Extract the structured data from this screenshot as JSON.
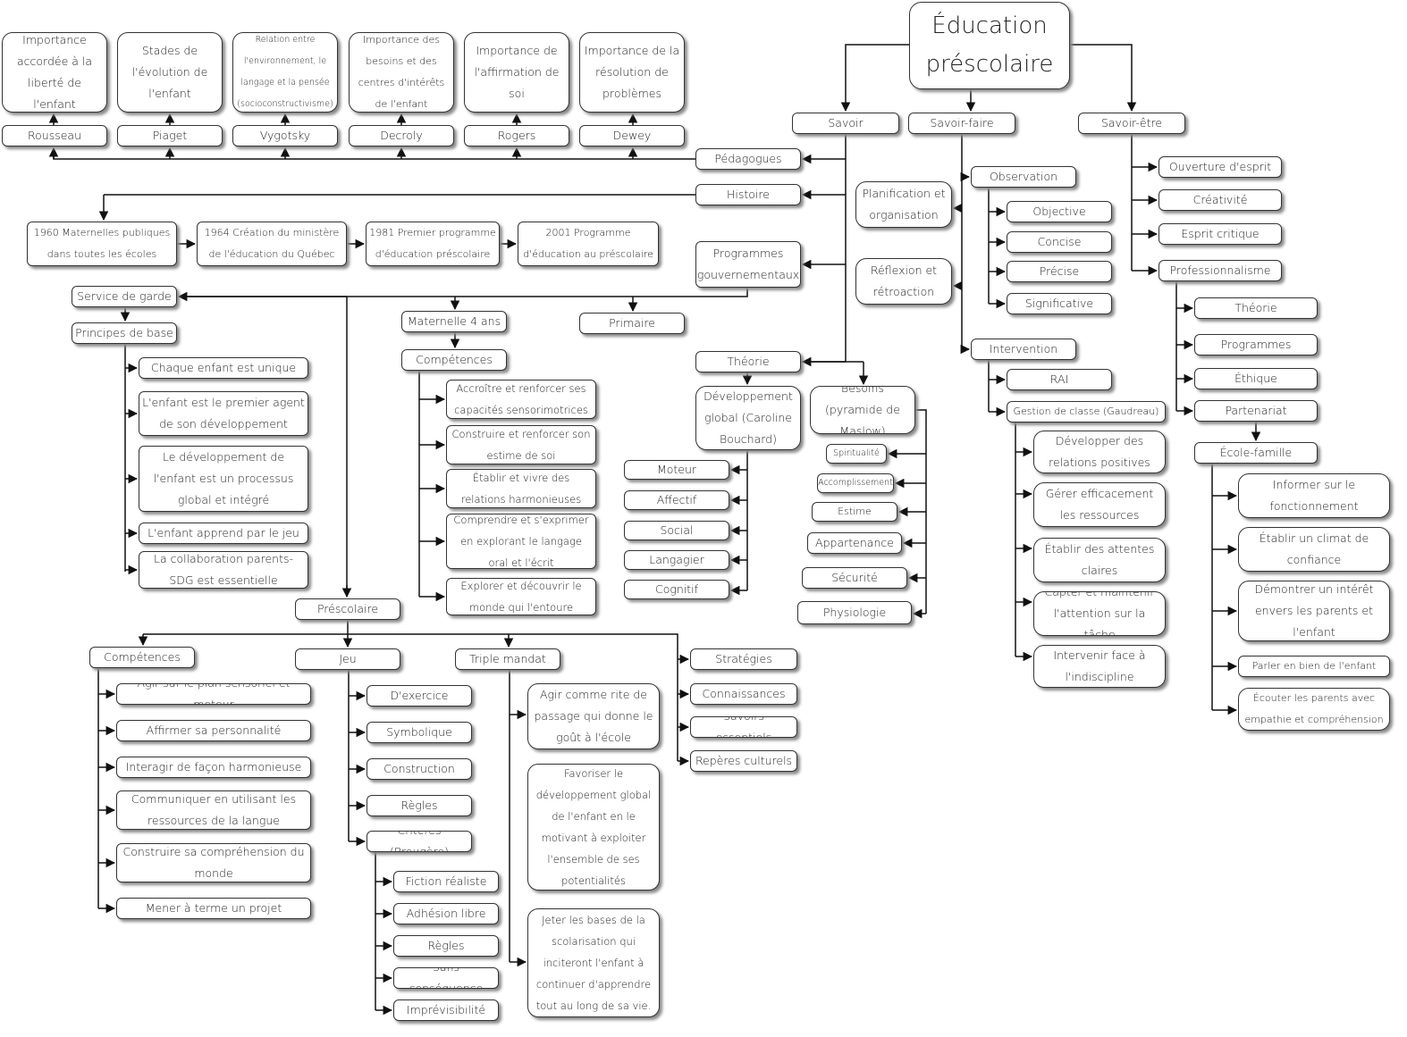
{
  "nodes": {
    "root": "Éducation préscolaire",
    "savoir": "Savoir",
    "savoir_faire": "Savoir-faire",
    "savoir_etre": "Savoir-être",
    "p_rousseau_idea": "Importance accordée à la liberté de l'enfant",
    "p_piaget_idea": "Stades de l'évolution de l'enfant",
    "p_vygotsky_idea": "Relation entre l'environnement, le langage et la pensée (socioconstructivisme)",
    "p_decroly_idea": "Importance des besoins et des centres d'intérêts de l'enfant",
    "p_rogers_idea": "Importance de l'affirmation de soi",
    "p_dewey_idea": "Importance de la résolution de problèmes",
    "rousseau": "Rousseau",
    "piaget": "Piaget",
    "vygotsky": "Vygotsky",
    "decroly": "Decroly",
    "rogers": "Rogers",
    "dewey": "Dewey",
    "pedagogues": "Pédagogues",
    "histoire": "Histoire",
    "programmes_gouv": "Programmes gouvernementaux",
    "theorie": "Théorie",
    "h1960": "1960 Maternelles publiques dans toutes les écoles",
    "h1964": "1964 Création du ministère de l'éducation du Québec",
    "h1981": "1981 Premier programme d'éducation préscolaire",
    "h2001": "2001 Programme d'éducation au préscolaire",
    "service_garde": "Service de garde",
    "principes": "Principes de base",
    "pr1": "Chaque enfant est unique",
    "pr2": "L'enfant est le premier agent de son développement",
    "pr3": "Le développement de l'enfant est un processus global et intégré",
    "pr4": "L'enfant apprend par le jeu",
    "pr5": "La collaboration parents-SDG est essentielle",
    "maternelle4": "Maternelle 4 ans",
    "primaire": "Primaire",
    "m_competences": "Compétences",
    "mc1": "Accroître et renforcer ses capacités sensorimotrices",
    "mc2": "Construire et renforcer son estime de soi",
    "mc3": "Établir et vivre des relations harmonieuses",
    "mc4": "Comprendre et s'exprimer en explorant le langage oral et l'écrit",
    "mc5": "Explorer et découvrir le monde qui l'entoure",
    "prescolaire": "Préscolaire",
    "p_competences": "Compétences",
    "jeu": "Jeu",
    "triple_mandat": "Triple mandat",
    "strategies": "Stratégies",
    "connaissances": "Connaissances",
    "savoirs_essentiels": "Savoirs essentiels",
    "reperes": "Repères culturels",
    "pc1": "Agir sur le plan sensoriel et moteur",
    "pc2": "Affirmer sa personnalité",
    "pc3": "Interagir de façon harmonieuse",
    "pc4": "Communiquer en utilisant les ressources de la langue",
    "pc5": "Construire sa compréhension du monde",
    "pc6": "Mener à terme un projet",
    "j1": "D'exercice",
    "j2": "Symbolique",
    "j3": "Construction",
    "j4": "Règles",
    "criteres": "Critères (Brougère)",
    "c1": "Fiction réaliste",
    "c2": "Adhésion libre",
    "c3": "Règles",
    "c4": "Sans conséquence",
    "c5": "Imprévisibilité",
    "tm1": "Agir comme rite de passage qui donne le goût à l'école",
    "tm2": "Favoriser le développement global de l'enfant en le motivant à exploiter l'ensemble de ses potentialités",
    "tm3": "Jeter les bases de la scolarisation qui inciteront l'enfant à continuer d'apprendre tout au long de sa vie.",
    "dev_global": "Développement global (Caroline Bouchard)",
    "besoins": "Besoins (pyramide de Maslow)",
    "d1": "Moteur",
    "d2": "Affectif",
    "d3": "Social",
    "d4": "Langagier",
    "d5": "Cognitif",
    "b1": "Spiritualité",
    "b2": "Accomplissement",
    "b3": "Estime",
    "b4": "Appartenance",
    "b5": "Sécurité",
    "b6": "Physiologie",
    "planification": "Planification et organisation",
    "reflexion": "Réflexion et rétroaction",
    "observation": "Observation",
    "intervention": "Intervention",
    "o1": "Objective",
    "o2": "Concise",
    "o3": "Précise",
    "o4": "Significative",
    "rai": "RAI",
    "gestion": "Gestion de classe (Gaudreau)",
    "g1": "Développer des relations positives",
    "g2": "Gérer efficacement les ressources",
    "g3": "Établir des attentes claires",
    "g4": "Capter et maintenir l'attention sur la tâche",
    "g5": "Intervenir face à l'indiscipline",
    "ouverture": "Ouverture d'esprit",
    "creativite": "Créativité",
    "esprit_critique": "Esprit critique",
    "professionnalisme": "Professionnalisme",
    "pf_theorie": "Théorie",
    "pf_programmes": "Programmes",
    "pf_ethique": "Éthique",
    "partenariat": "Partenariat",
    "ecole_famille": "École-famille",
    "ef1": "Informer sur le fonctionnement",
    "ef2": "Établir un climat de confiance",
    "ef3": "Démontrer un intérêt envers les parents et l'enfant",
    "ef4": "Parler en bien de l'enfant",
    "ef5": "Écouter les parents avec empathie et compréhension"
  }
}
